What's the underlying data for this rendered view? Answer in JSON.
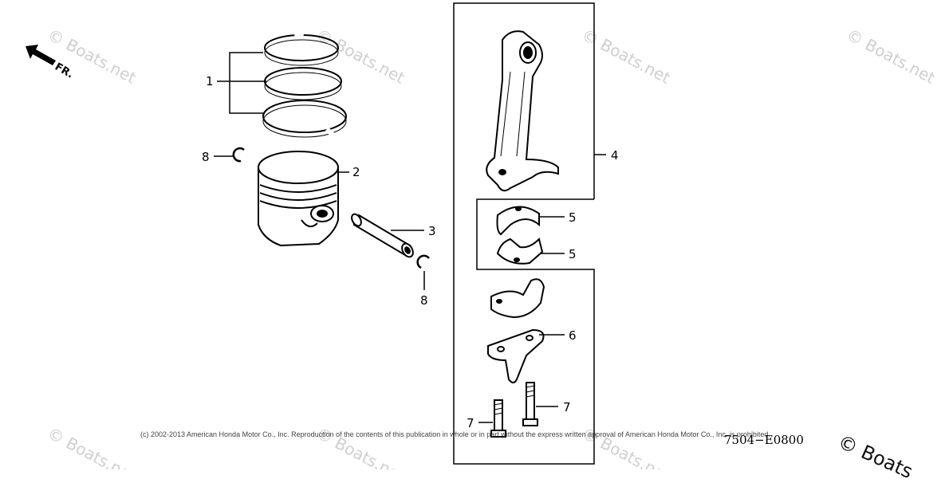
{
  "diagram": {
    "front_label": "FR.",
    "callouts": {
      "piston_rings": "1",
      "piston": "2",
      "piston_pin": "3",
      "connecting_rod": "4",
      "bearing_upper": "5",
      "bearing_lower": "5",
      "oil_dipper": "6",
      "bolt_left": "7",
      "bolt_right": "7",
      "clip_left": "8",
      "clip_right": "8"
    },
    "watermark": "© Boats.net",
    "copyright": "(c) 2002-2013 American Honda Motor Co., Inc. Reproduction of the contents of this publication in whole or in part without the express written approval of American Honda Motor Co., Inc. is prohibited.",
    "diagram_code": "7504−E0800",
    "corner_watermark": "© Boats"
  }
}
